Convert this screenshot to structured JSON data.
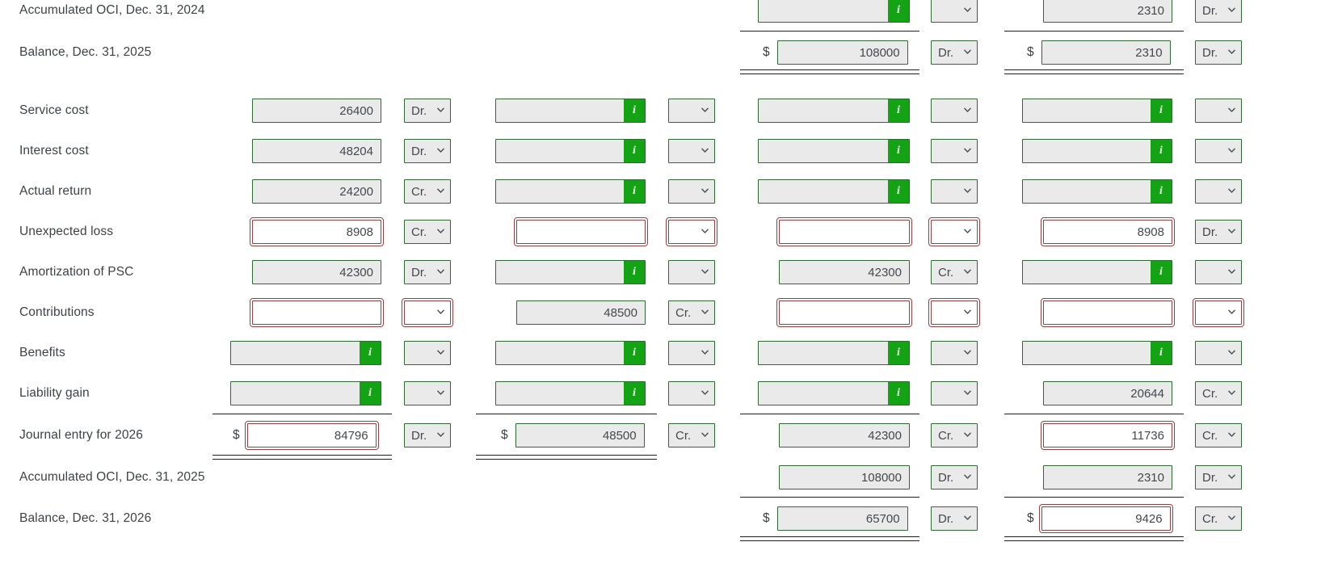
{
  "icons": {
    "info": "i",
    "caret": "chevron-down-icon"
  },
  "symbols": {
    "dollar": "$"
  },
  "colors": {
    "info_green": "#14a314",
    "border_green": "#2d6b33",
    "border_red": "#a03b3b",
    "field_bg": "#eaeaea",
    "text": "#3d4247"
  },
  "columns": [
    {
      "key": "col1",
      "name": "annual-pension-expense"
    },
    {
      "key": "col2",
      "name": "cash"
    },
    {
      "key": "col3",
      "name": "plan-assets"
    },
    {
      "key": "col4",
      "name": "oci-gain-loss"
    }
  ],
  "rows": [
    {
      "label": "Accumulated OCI, Dec. 31, 2024",
      "name": "row-accumulated-oci-2024",
      "cells": {
        "col3": {
          "kind": "amount",
          "value": "",
          "info": true,
          "state": "disabled",
          "select": "",
          "select_state": "disabled"
        },
        "col4": {
          "kind": "amount",
          "value": "2310",
          "info": false,
          "state": "disabled",
          "select": "Dr.",
          "select_state": "disabled"
        }
      }
    },
    {
      "label": "Balance, Dec. 31, 2025",
      "name": "row-balance-2025",
      "cells": {
        "col3": {
          "kind": "amount",
          "value": "108000",
          "info": false,
          "state": "disabled",
          "dollar": true,
          "select": "Dr.",
          "select_state": "disabled"
        },
        "col4": {
          "kind": "amount",
          "value": "2310",
          "info": false,
          "state": "disabled",
          "dollar": true,
          "select": "Dr.",
          "select_state": "disabled"
        }
      }
    },
    {
      "label": "Service cost",
      "name": "row-service-cost",
      "cells": {
        "col1": {
          "kind": "amount",
          "value": "26400",
          "info": false,
          "state": "disabled",
          "select": "Dr.",
          "select_state": "disabled"
        },
        "col2": {
          "kind": "amount",
          "value": "",
          "info": true,
          "state": "disabled",
          "select": "",
          "select_state": "disabled"
        },
        "col3": {
          "kind": "amount",
          "value": "",
          "info": true,
          "state": "disabled",
          "select": "",
          "select_state": "disabled"
        },
        "col4": {
          "kind": "amount",
          "value": "",
          "info": true,
          "state": "disabled",
          "select": "",
          "select_state": "disabled"
        }
      }
    },
    {
      "label": "Interest cost",
      "name": "row-interest-cost",
      "cells": {
        "col1": {
          "kind": "amount",
          "value": "48204",
          "info": false,
          "state": "disabled",
          "select": "Dr.",
          "select_state": "disabled"
        },
        "col2": {
          "kind": "amount",
          "value": "",
          "info": true,
          "state": "disabled",
          "select": "",
          "select_state": "disabled"
        },
        "col3": {
          "kind": "amount",
          "value": "",
          "info": true,
          "state": "disabled",
          "select": "",
          "select_state": "disabled"
        },
        "col4": {
          "kind": "amount",
          "value": "",
          "info": true,
          "state": "disabled",
          "select": "",
          "select_state": "disabled"
        }
      }
    },
    {
      "label": "Actual return",
      "name": "row-actual-return",
      "cells": {
        "col1": {
          "kind": "amount",
          "value": "24200",
          "info": false,
          "state": "disabled",
          "select": "Cr.",
          "select_state": "disabled"
        },
        "col2": {
          "kind": "amount",
          "value": "",
          "info": true,
          "state": "disabled",
          "select": "",
          "select_state": "disabled"
        },
        "col3": {
          "kind": "amount",
          "value": "",
          "info": true,
          "state": "disabled",
          "select": "",
          "select_state": "disabled"
        },
        "col4": {
          "kind": "amount",
          "value": "",
          "info": true,
          "state": "disabled",
          "select": "",
          "select_state": "disabled"
        }
      }
    },
    {
      "label": "Unexpected loss",
      "name": "row-unexpected-loss",
      "cells": {
        "col1": {
          "kind": "amount",
          "value": "8908",
          "info": false,
          "state": "error",
          "select": "Cr.",
          "select_state": "disabled"
        },
        "col2": {
          "kind": "amount",
          "value": "",
          "info": false,
          "state": "error",
          "select": "",
          "select_state": "error"
        },
        "col3": {
          "kind": "amount",
          "value": "",
          "info": false,
          "state": "error",
          "select": "",
          "select_state": "error"
        },
        "col4": {
          "kind": "amount",
          "value": "8908",
          "info": false,
          "state": "error",
          "select": "Dr.",
          "select_state": "disabled"
        }
      }
    },
    {
      "label": "Amortization of PSC",
      "name": "row-amortization-of-psc",
      "cells": {
        "col1": {
          "kind": "amount",
          "value": "42300",
          "info": false,
          "state": "disabled",
          "select": "Dr.",
          "select_state": "disabled"
        },
        "col2": {
          "kind": "amount",
          "value": "",
          "info": true,
          "state": "disabled",
          "select": "",
          "select_state": "disabled"
        },
        "col3": {
          "kind": "amount",
          "value": "42300",
          "info": false,
          "state": "disabled",
          "select": "Cr.",
          "select_state": "disabled"
        },
        "col4": {
          "kind": "amount",
          "value": "",
          "info": true,
          "state": "disabled",
          "select": "",
          "select_state": "disabled"
        }
      }
    },
    {
      "label": "Contributions",
      "name": "row-contributions",
      "cells": {
        "col1": {
          "kind": "amount",
          "value": "",
          "info": false,
          "state": "error",
          "select": "",
          "select_state": "error"
        },
        "col2": {
          "kind": "amount",
          "value": "48500",
          "info": false,
          "state": "disabled",
          "select": "Cr.",
          "select_state": "disabled"
        },
        "col3": {
          "kind": "amount",
          "value": "",
          "info": false,
          "state": "error",
          "select": "",
          "select_state": "error"
        },
        "col4": {
          "kind": "amount",
          "value": "",
          "info": false,
          "state": "error",
          "select": "",
          "select_state": "error"
        }
      }
    },
    {
      "label": "Benefits",
      "name": "row-benefits",
      "cells": {
        "col1": {
          "kind": "amount",
          "value": "",
          "info": true,
          "state": "disabled",
          "wide": true,
          "select": "",
          "select_state": "disabled"
        },
        "col2": {
          "kind": "amount",
          "value": "",
          "info": true,
          "state": "disabled",
          "select": "",
          "select_state": "disabled"
        },
        "col3": {
          "kind": "amount",
          "value": "",
          "info": true,
          "state": "disabled",
          "select": "",
          "select_state": "disabled"
        },
        "col4": {
          "kind": "amount",
          "value": "",
          "info": true,
          "state": "disabled",
          "select": "",
          "select_state": "disabled"
        }
      }
    },
    {
      "label": "Liability gain",
      "name": "row-liability-gain",
      "cells": {
        "col1": {
          "kind": "amount",
          "value": "",
          "info": true,
          "state": "disabled",
          "wide": true,
          "select": "",
          "select_state": "disabled"
        },
        "col2": {
          "kind": "amount",
          "value": "",
          "info": true,
          "state": "disabled",
          "select": "",
          "select_state": "disabled"
        },
        "col3": {
          "kind": "amount",
          "value": "",
          "info": true,
          "state": "disabled",
          "select": "",
          "select_state": "disabled"
        },
        "col4": {
          "kind": "amount",
          "value": "20644",
          "info": false,
          "state": "disabled",
          "select": "Cr.",
          "select_state": "disabled"
        }
      }
    },
    {
      "label": "Journal entry for 2026",
      "name": "row-journal-entry-2026",
      "cells": {
        "col1": {
          "kind": "amount",
          "value": "84796",
          "info": false,
          "state": "error",
          "dollar": true,
          "select": "Dr.",
          "select_state": "disabled"
        },
        "col2": {
          "kind": "amount",
          "value": "48500",
          "info": false,
          "state": "disabled",
          "dollar": true,
          "select": "Cr.",
          "select_state": "disabled"
        },
        "col3": {
          "kind": "amount",
          "value": "42300",
          "info": false,
          "state": "disabled",
          "select": "Cr.",
          "select_state": "disabled"
        },
        "col4": {
          "kind": "amount",
          "value": "11736",
          "info": false,
          "state": "error",
          "select": "Cr.",
          "select_state": "disabled"
        }
      }
    },
    {
      "label": "Accumulated OCI, Dec. 31, 2025",
      "name": "row-accumulated-oci-2025",
      "cells": {
        "col3": {
          "kind": "amount",
          "value": "108000",
          "info": false,
          "state": "disabled",
          "select": "Dr.",
          "select_state": "disabled"
        },
        "col4": {
          "kind": "amount",
          "value": "2310",
          "info": false,
          "state": "disabled",
          "select": "Dr.",
          "select_state": "disabled"
        }
      }
    },
    {
      "label": "Balance, Dec. 31, 2026",
      "name": "row-balance-2026",
      "cells": {
        "col3": {
          "kind": "amount",
          "value": "65700",
          "info": false,
          "state": "disabled",
          "dollar": true,
          "select": "Dr.",
          "select_state": "disabled"
        },
        "col4": {
          "kind": "amount",
          "value": "9426",
          "info": false,
          "state": "error",
          "dollar": true,
          "select": "Cr.",
          "select_state": "disabled"
        }
      }
    }
  ]
}
